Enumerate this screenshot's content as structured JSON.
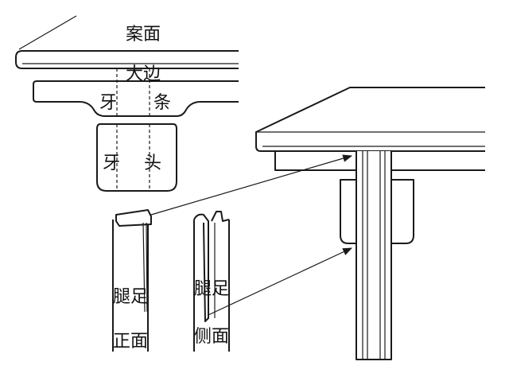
{
  "labels": {
    "table_top": "案面",
    "long_edge": "大边",
    "apron_1": "牙",
    "apron_2": "条",
    "spandrel_1": "牙",
    "spandrel_2": "头",
    "leg_front_1": "腿足",
    "leg_front_2": "正面",
    "leg_side_1": "腿足",
    "leg_side_2": "侧面"
  },
  "colors": {
    "ink": "#1a1a1a",
    "background": "#ffffff"
  }
}
